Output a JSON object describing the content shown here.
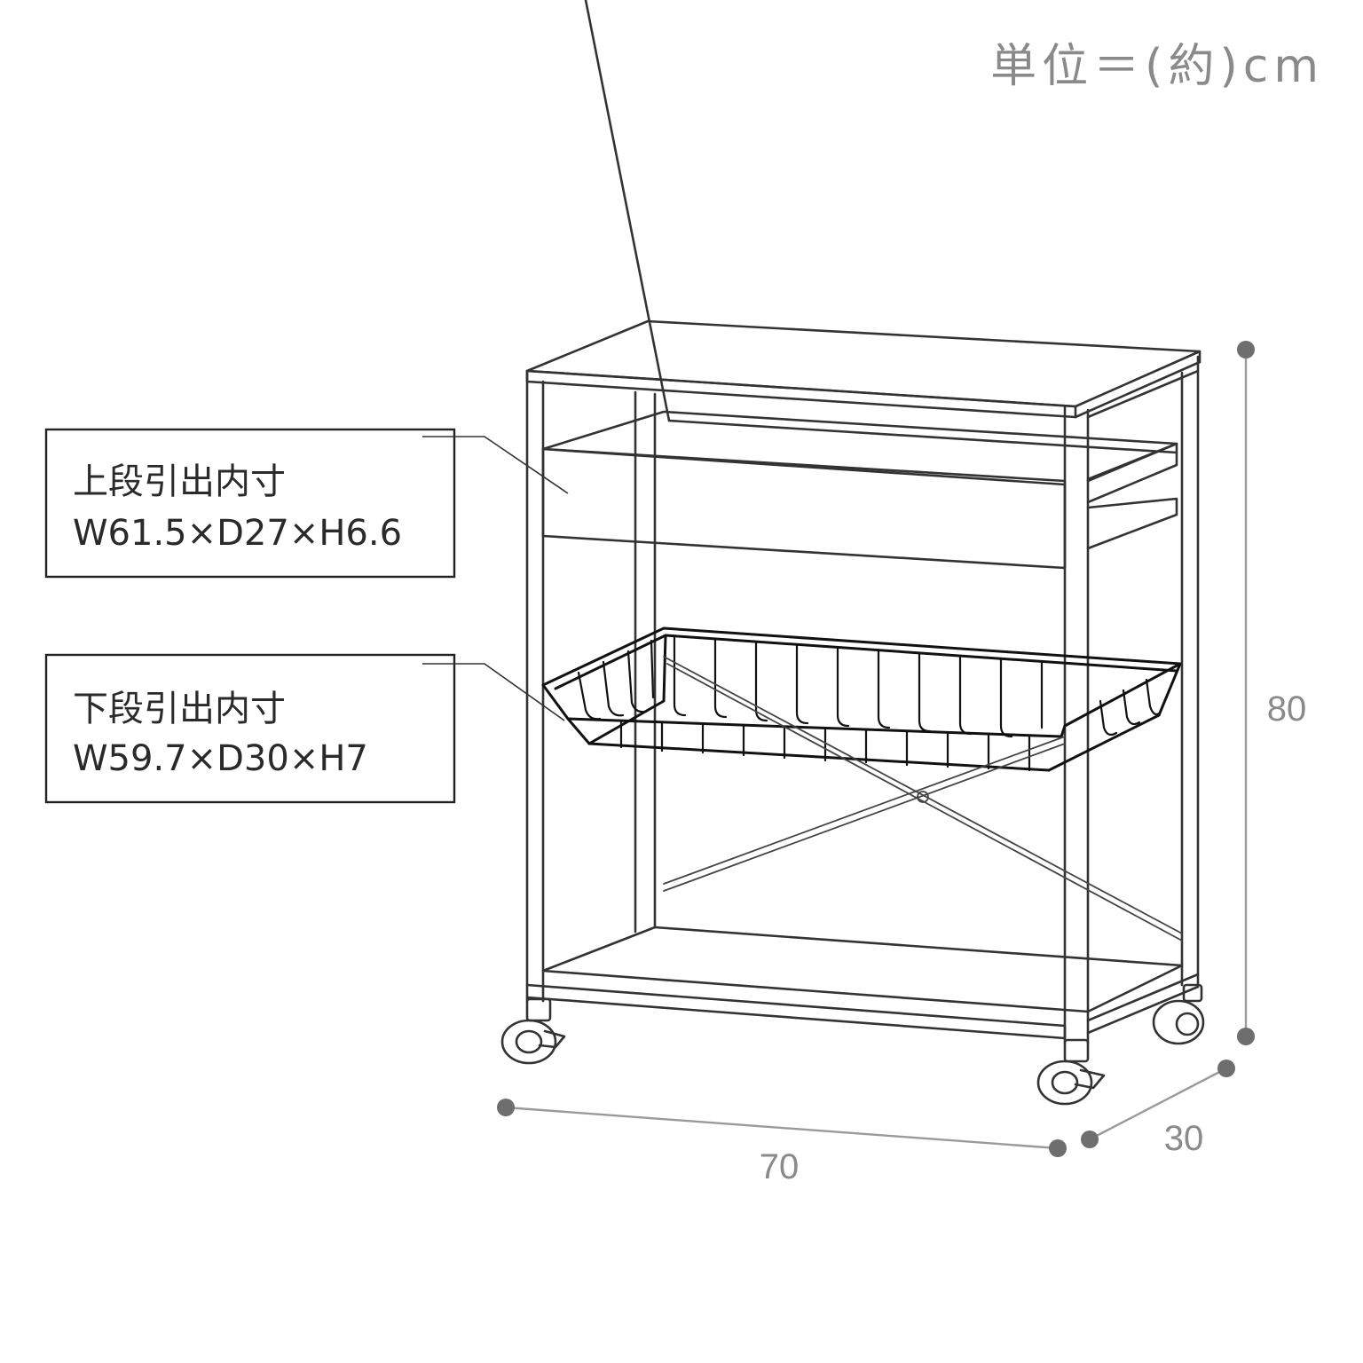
{
  "unit_label": "単位＝(約)cm",
  "dimensions": {
    "width": "70",
    "depth": "30",
    "height": "80"
  },
  "callouts": {
    "upper_drawer": {
      "title": "上段引出内寸",
      "size": "W61.5×D27×H6.6"
    },
    "lower_basket": {
      "title": "下段引出内寸",
      "size": "W59.7×D30×H7"
    }
  },
  "colors": {
    "line": "#333333",
    "dimension": "#8a8a8a",
    "dot": "#6e6e6e"
  }
}
